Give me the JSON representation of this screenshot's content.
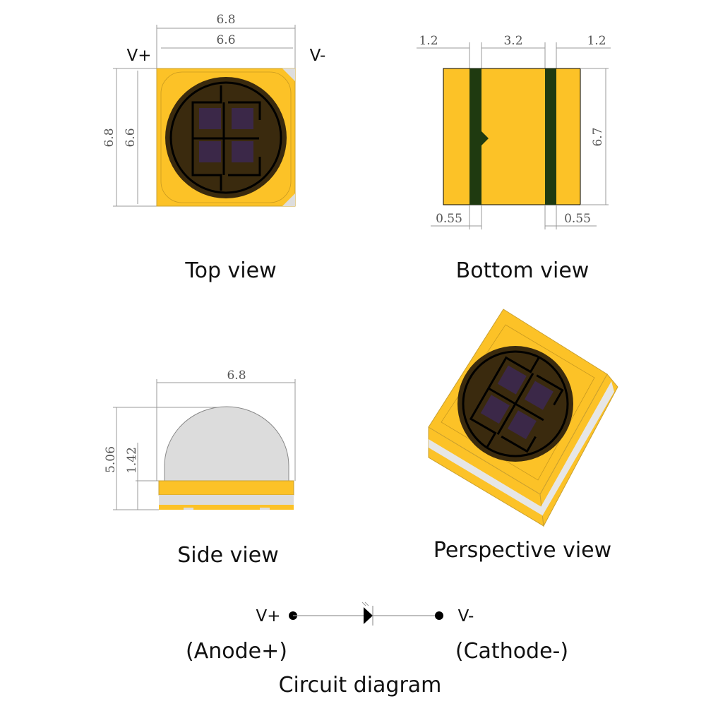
{
  "top_view": {
    "caption": "Top view",
    "width_outer": "6.8",
    "width_inner": "6.6",
    "height_outer": "6.8",
    "height_inner": "6.6",
    "anode": "V+",
    "cathode": "V-"
  },
  "bottom_view": {
    "caption": "Bottom view",
    "pad_left": "1.2",
    "gap": "3.2",
    "pad_right": "1.2",
    "height": "6.7",
    "band_left": "0.55",
    "band_right": "0.55"
  },
  "side_view": {
    "caption": "Side view",
    "width": "6.8",
    "height_total": "5.06",
    "height_base": "1.42"
  },
  "perspective_view": {
    "caption": "Perspective view"
  },
  "circuit": {
    "caption": "Circuit diagram",
    "anode_symbol": "V+",
    "cathode_symbol": "V-",
    "anode_label": "(Anode+)",
    "cathode_label": "(Cathode-)"
  },
  "colors": {
    "body": "#fcc227",
    "lens": "#3a2a0e",
    "chip": "#3b2848",
    "band": "#1f3a10",
    "dome": "#dcdcdc"
  }
}
